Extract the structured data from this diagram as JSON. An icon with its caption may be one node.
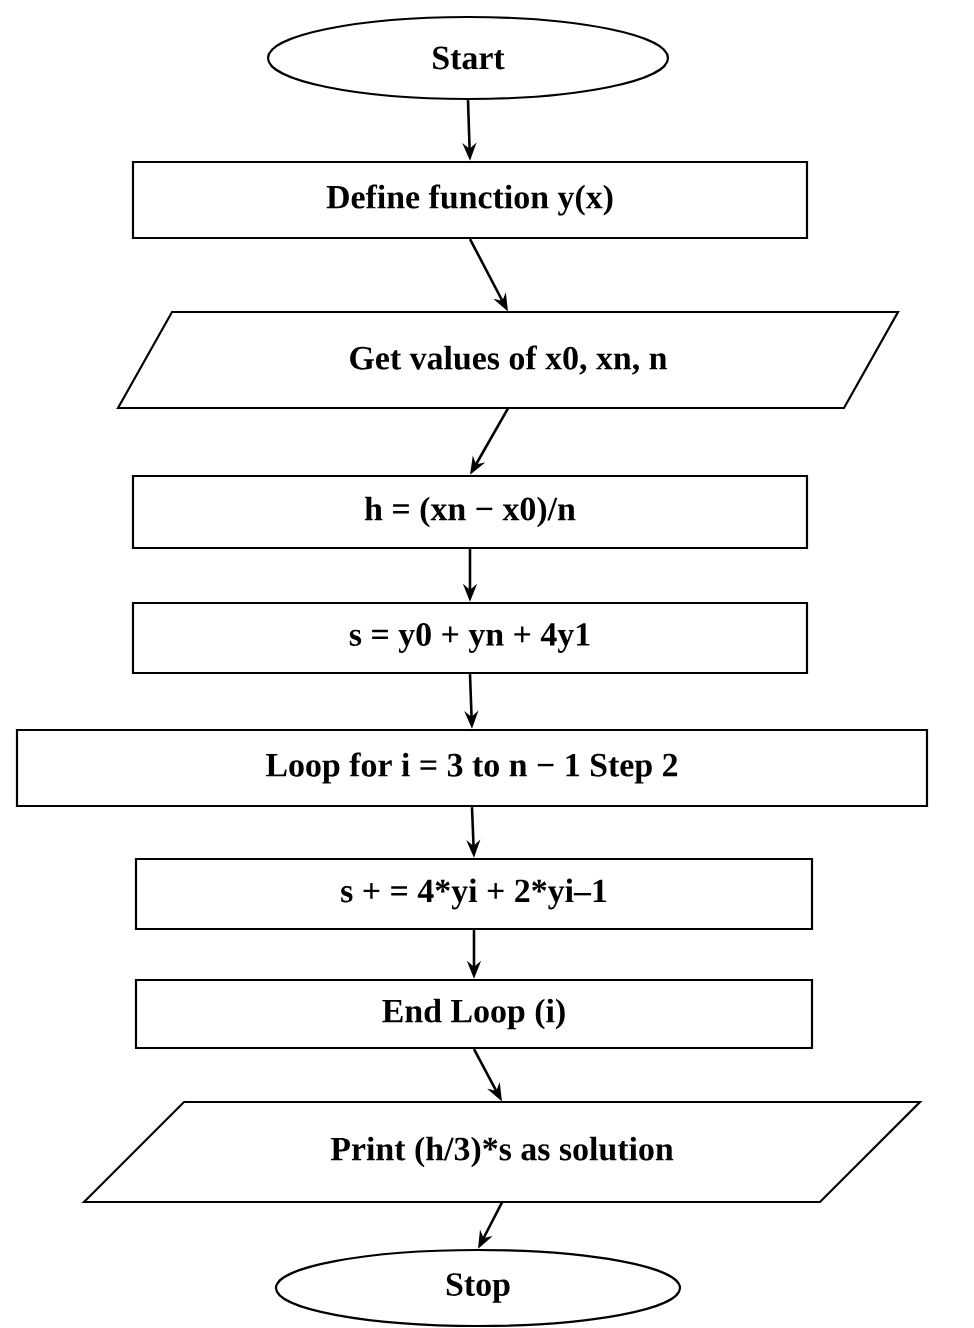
{
  "diagram": {
    "nodes": [
      {
        "text": [
          "Start"
        ]
      },
      {
        "text": [
          "Define function y(x)"
        ]
      },
      {
        "text": [
          "Get values of x0, xn, n"
        ]
      },
      {
        "text": [
          "h = (xn − x0)/n"
        ]
      },
      {
        "text": [
          "s = y0 + yn + 4y1"
        ]
      },
      {
        "text": [
          "Loop for i = 3 to n − 1 Step 2"
        ]
      },
      {
        "text": [
          "s + = 4*yi + 2*yi–1"
        ]
      },
      {
        "text": [
          "End Loop (i)"
        ]
      },
      {
        "text": [
          "Print (h/3)*s as solution"
        ]
      },
      {
        "text": [
          "Stop"
        ]
      }
    ],
    "edges": [
      {
        "from": 0,
        "to": 1,
        "arrow": "to"
      },
      {
        "from": 1,
        "to": 2,
        "arrow": "to"
      },
      {
        "from": 2,
        "to": 3,
        "arrow": "to"
      },
      {
        "from": 3,
        "to": 4,
        "arrow": "to"
      },
      {
        "from": 4,
        "to": 5,
        "arrow": "to"
      },
      {
        "from": 5,
        "to": 6,
        "arrow": "to"
      },
      {
        "from": 6,
        "to": 7,
        "arrow": "to"
      },
      {
        "from": 7,
        "to": 8,
        "arrow": "to"
      },
      {
        "from": 8,
        "to": 9,
        "arrow": "to"
      }
    ]
  }
}
